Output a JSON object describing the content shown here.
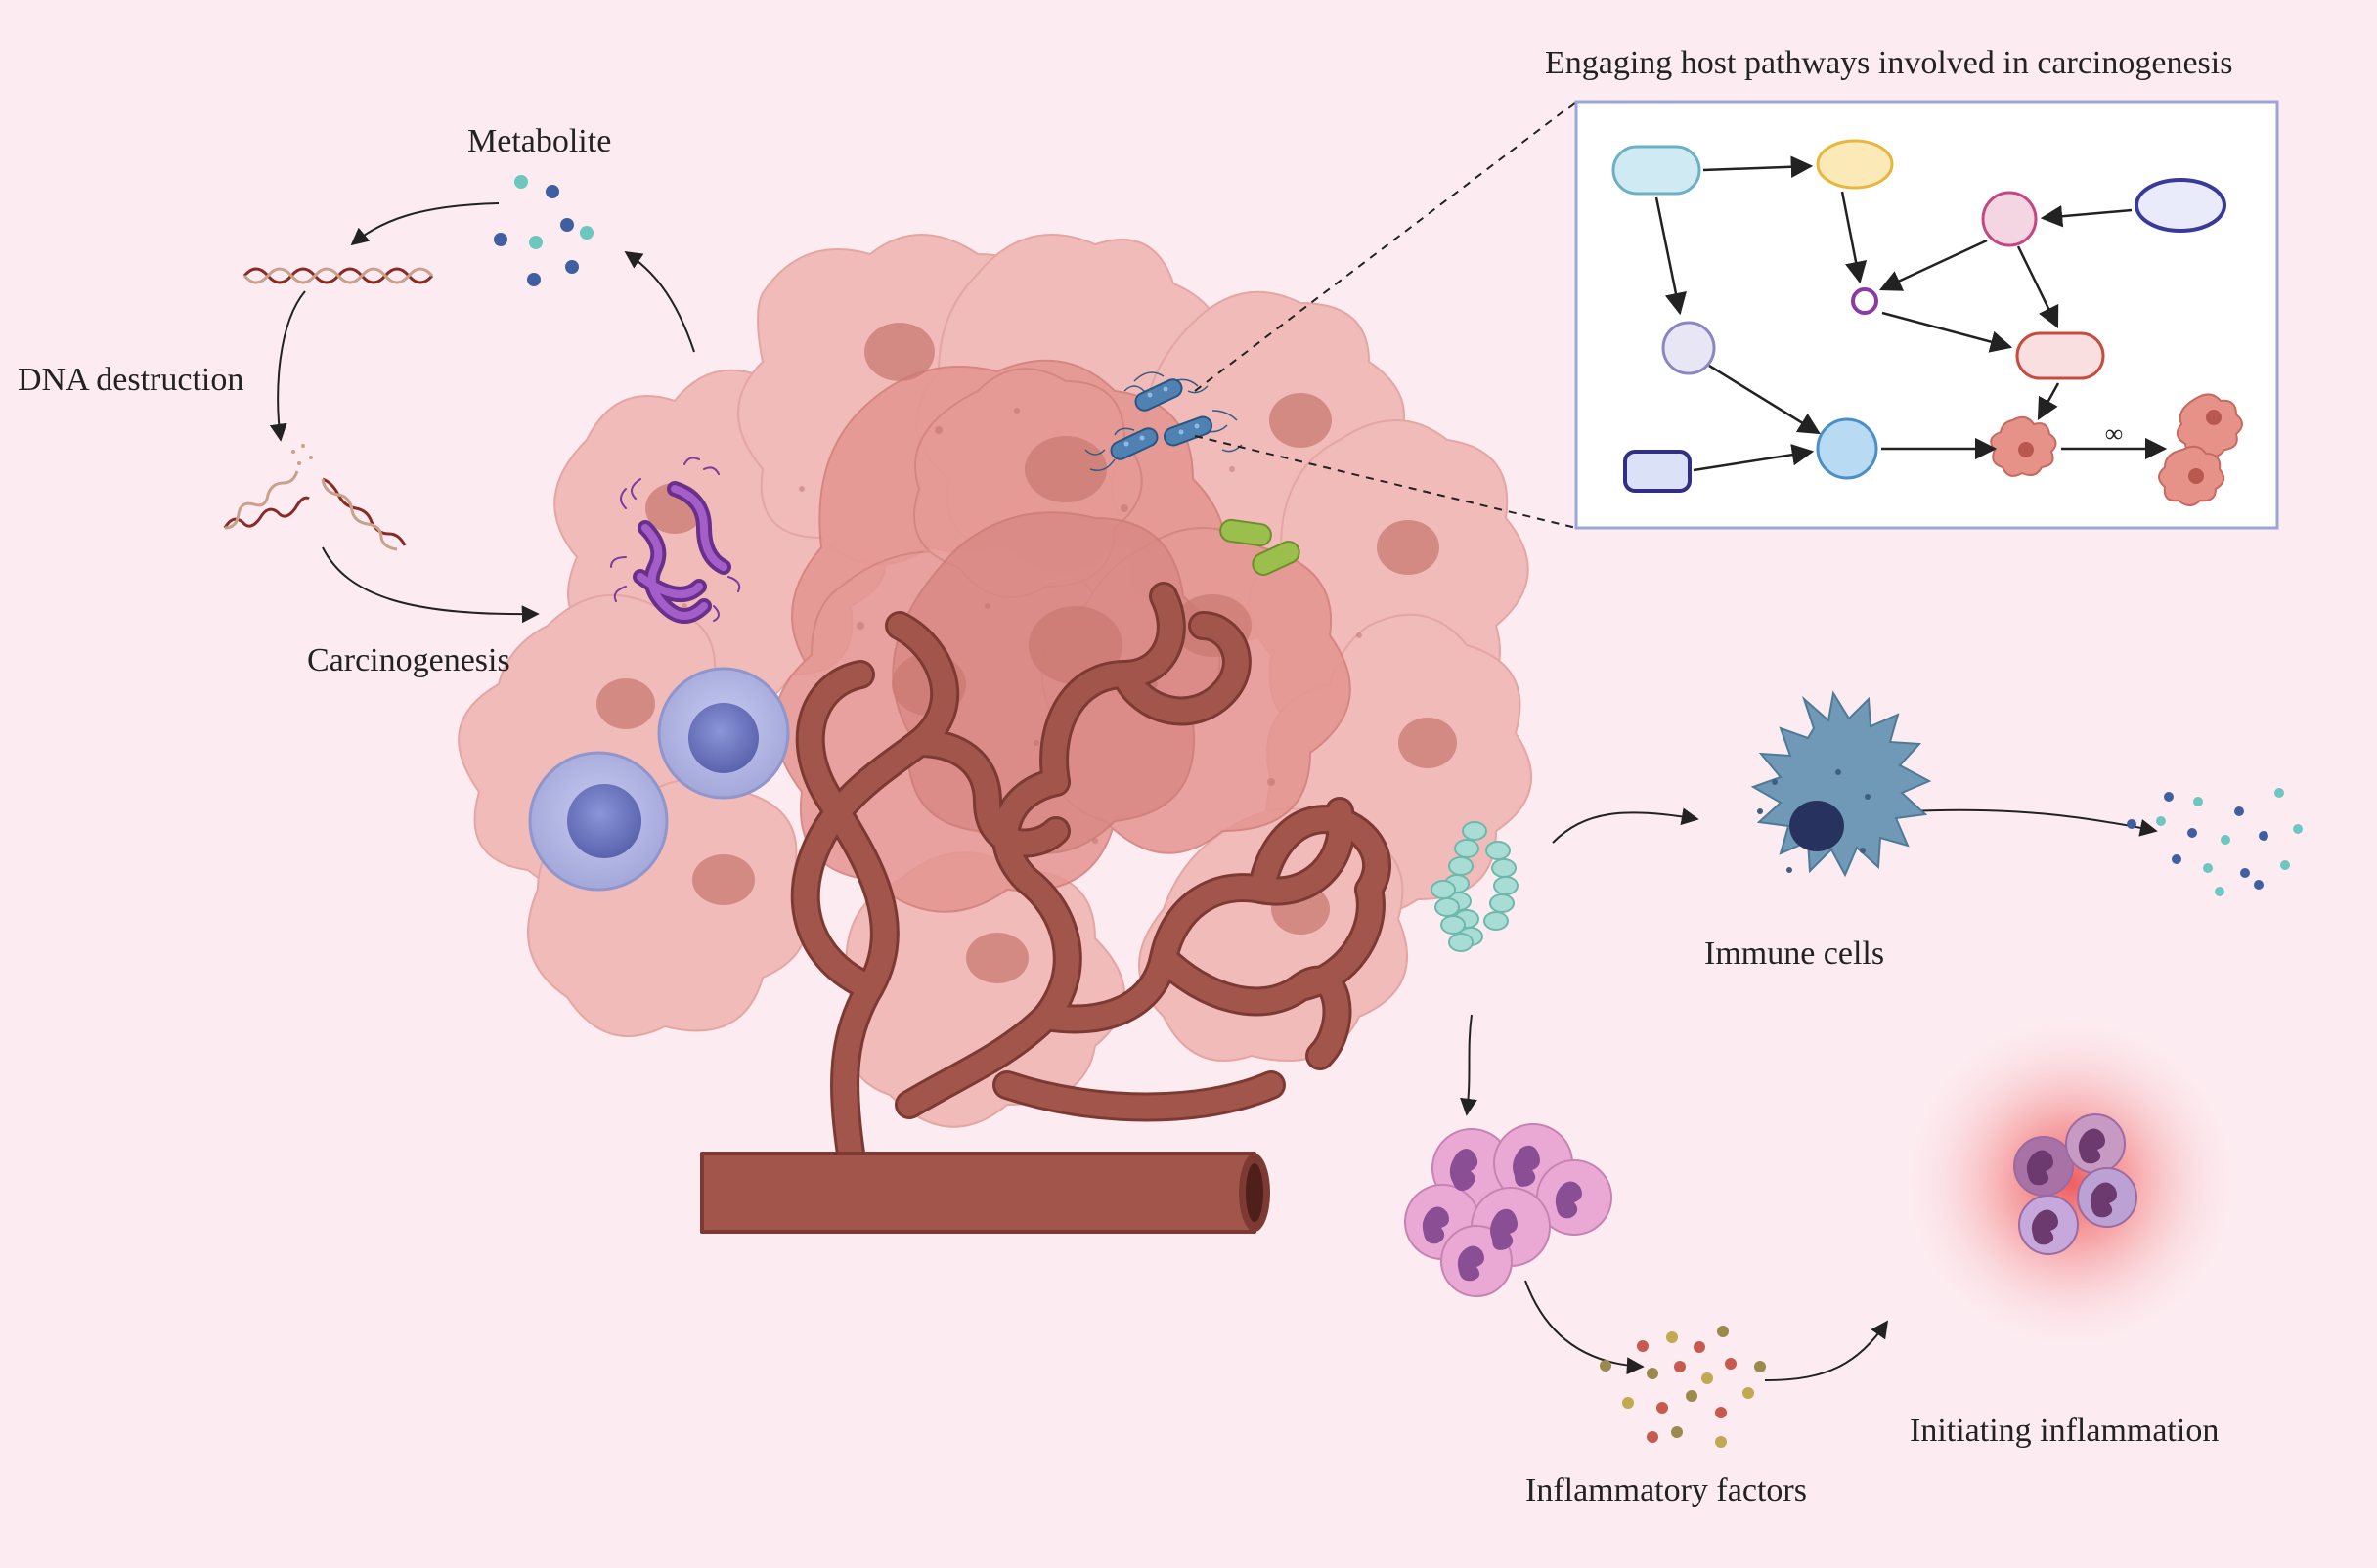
{
  "labels": {
    "metabolite": "Metabolite",
    "dna_destruction": "DNA destruction",
    "carcinogenesis": "Carcinogenesis",
    "pathways_title": "Engaging host pathways involved in carcinogenesis",
    "immune_cells": "Immune cells",
    "inflammatory_factors": "Inflammatory factors",
    "initiating_inflammation": "Initiating inflammation",
    "infinity_symbol": "∞"
  },
  "colors": {
    "background": "#fcecf1",
    "tumor_cell": "#e8a6a3",
    "tumor_core": "#c97a72",
    "vessel": "#a2554b",
    "vessel_dark": "#7c3a33",
    "lymphocyte": "#aeb2e0",
    "lymphocyte_nucleus": "#6c77c2",
    "neutrophil": "#e9a9d2",
    "neutrophil_nucleus": "#8a4e95",
    "dendritic_cell": "#6f99b6",
    "metabolite_teal": "#6bc7bf",
    "metabolite_blue": "#3f5fa0",
    "inflammation_glow": "#f26a6a",
    "pathway_box_border": "#9aa6d6"
  },
  "icons": [
    "dna-double-helix-icon",
    "broken-dna-icon",
    "metabolite-molecules-icon",
    "spiral-bacteria-icon",
    "rod-bacteria-icon",
    "green-bacillus-icon",
    "streptococcus-chain-icon",
    "lymphocyte-icon",
    "dendritic-cell-icon",
    "neutrophil-cluster-icon",
    "cytokine-particles-icon",
    "tumor-cell-icon"
  ]
}
